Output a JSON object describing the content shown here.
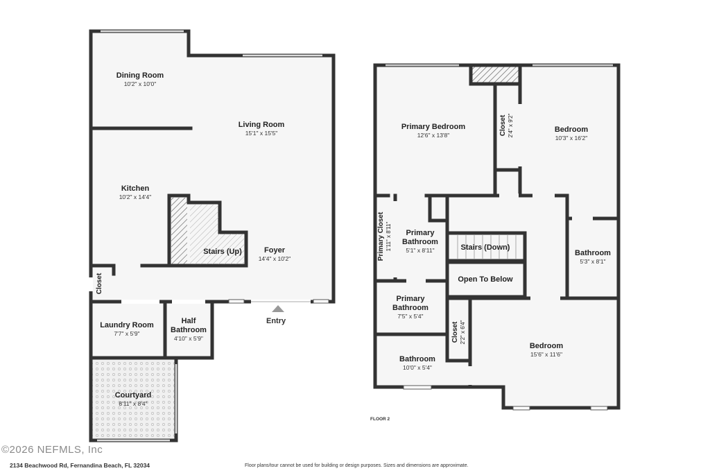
{
  "floor1": {
    "rooms": [
      {
        "name": "Dining Room",
        "dims": "10'2\" x 10'0\""
      },
      {
        "name": "Living Room",
        "dims": "15'1\" x 15'5\""
      },
      {
        "name": "Kitchen",
        "dims": "10'2\" x 14'4\""
      },
      {
        "name": "Stairs (Up)",
        "dims": ""
      },
      {
        "name": "Foyer",
        "dims": "14'4\" x 10'2\""
      },
      {
        "name": "Closet",
        "dims": ""
      },
      {
        "name": "Laundry Room",
        "dims": "7'7\" x 5'9\""
      },
      {
        "name": "Half Bathroom",
        "dims": "4'10\" x 5'9\""
      },
      {
        "name": "Courtyard",
        "dims": "8'11\" x 8'4\""
      }
    ],
    "entry_label": "Entry"
  },
  "floor2": {
    "label": "FLOOR 2",
    "rooms": [
      {
        "name": "Primary Bedroom",
        "dims": "12'6\" x 13'8\""
      },
      {
        "name": "Closet",
        "dims": "2'4\" x 9'2\""
      },
      {
        "name": "Bedroom",
        "dims": "10'3\" x 16'2\""
      },
      {
        "name": "Primary Closet",
        "dims": "1'11\" x 8'11\""
      },
      {
        "name": "Primary Bathroom",
        "dims": "5'1\" x 8'11\""
      },
      {
        "name": "Stairs (Down)",
        "dims": ""
      },
      {
        "name": "Open To Below",
        "dims": ""
      },
      {
        "name": "Bathroom",
        "dims": "5'3\" x 8'1\""
      },
      {
        "name": "Primary Bathroom",
        "dims": "7'5\" x 5'4\""
      },
      {
        "name": "Closet",
        "dims": "2'2\" x 6'4\""
      },
      {
        "name": "Bedroom",
        "dims": "15'6\" x 11'6\""
      },
      {
        "name": "Bathroom",
        "dims": "10'0\" x 5'4\""
      }
    ]
  },
  "footer": {
    "address": "2134 Beachwood Rd, Fernandina Beach, FL 32034",
    "disclaimer": "Floor plans/tour cannot be used for building or design purposes. Sizes and dimensions are approximate.",
    "copyright": "©2026 NEFMLS, Inc"
  },
  "colors": {
    "wall": "#333333",
    "floor": "#f5f5f5",
    "hatch": "#555555"
  }
}
